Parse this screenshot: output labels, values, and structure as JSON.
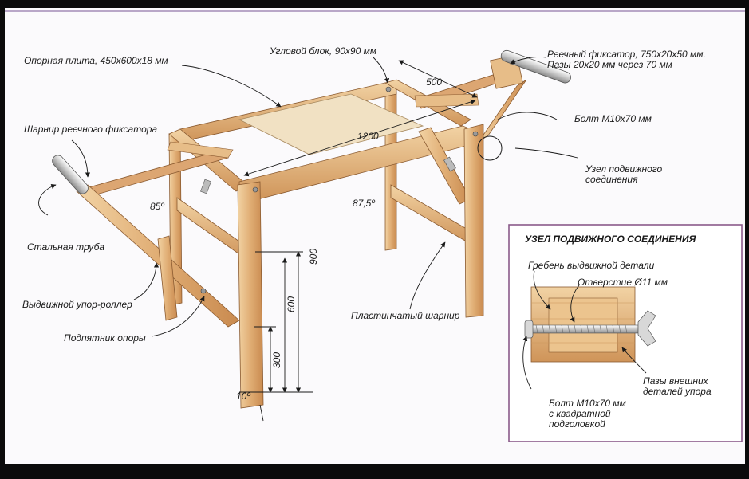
{
  "labels": {
    "support_plate": "Опорная плита, 450х600х18 мм",
    "corner_block": "Угловой блок, 90х90 мм",
    "rack_lock_line1": "Реечный фиксатор, 750х20х50 мм.",
    "rack_lock_line2": "Пазы 20х20 мм через 70 мм",
    "bolt": "Болт М10х70 мм",
    "movable_joint_line1": "Узел подвижного",
    "movable_joint_line2": "соединения",
    "rack_hinge": "Шарнир реечного фиксатора",
    "steel_pipe": "Стальная труба",
    "sliding_roller": "Выдвижной упор-роллер",
    "support_foot": "Подпятник опоры",
    "plate_hinge": "Пластинчатый шарнир"
  },
  "dimensions": {
    "d500": "500",
    "d1200": "1200",
    "d900": "900",
    "d600": "600",
    "d300": "300",
    "a85": "85º",
    "a87": "87,5º",
    "a10": "10º"
  },
  "inset": {
    "title": "УЗЕЛ ПОДВИЖНОГО СОЕДИНЕНИЯ",
    "comb": "Гребень выдвижной детали",
    "hole": "Отверстие Ø11 мм",
    "grooves_line1": "Пазы внешних",
    "grooves_line2": "деталей упора",
    "bolt_line1": "Болт М10х70 мм",
    "bolt_line2": "с квадратной",
    "bolt_line3": "подголовкой"
  },
  "colors": {
    "paper": "#fbfafc",
    "wood": "#e2b37e",
    "wood_dark": "#c98a4f",
    "wood_light": "#f0cfa0",
    "plate": "#f1e1c3",
    "frame_purple": "#8a5a8a",
    "ink": "#1a1a1a"
  }
}
